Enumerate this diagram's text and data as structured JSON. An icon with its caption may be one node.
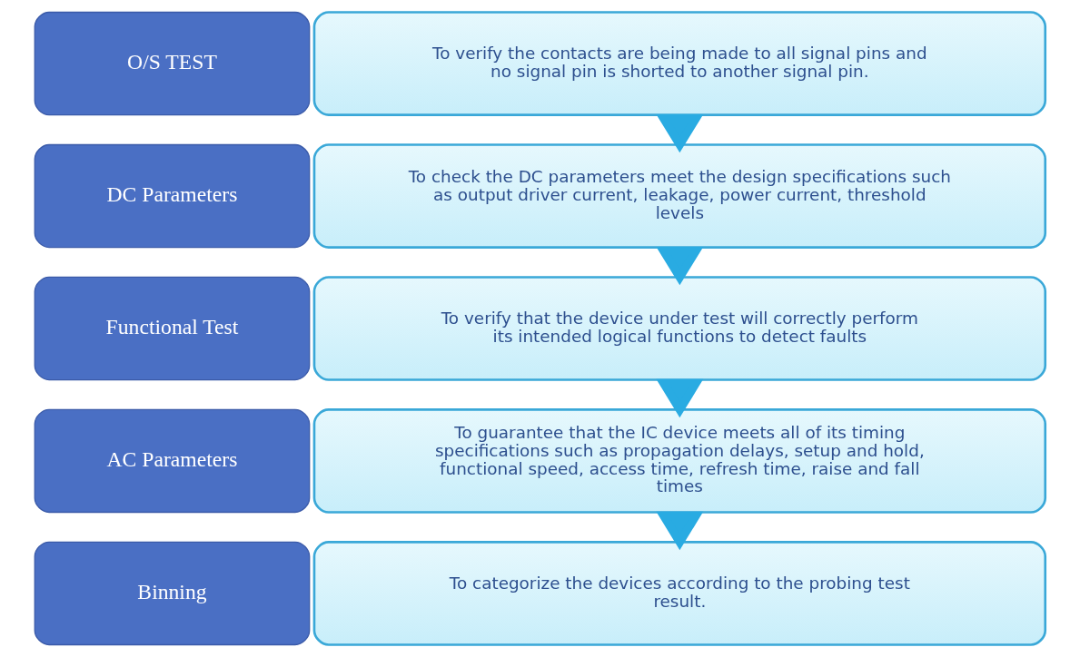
{
  "diagram": {
    "nodes": [
      {
        "text": [
          "O/S TEST"
        ]
      },
      {
        "text": [
          "To verify the contacts are being made to all signal pins and no signal pin is shorted to another signal pin."
        ]
      },
      {
        "text": [
          "DC Parameters"
        ]
      },
      {
        "text": [
          "To check the DC parameters meet the design specifications such as output driver current, leakage, power current, threshold levels"
        ]
      },
      {
        "text": [
          "Functional Test"
        ]
      },
      {
        "text": [
          "To verify that the device under test will correctly perform its intended logical functions to detect faults"
        ]
      },
      {
        "text": [
          "AC Parameters"
        ]
      },
      {
        "text": [
          "To guarantee that the IC device meets all of its timing specifications such as propagation delays, setup and hold, functional speed, access time, refresh time, raise and fall times"
        ]
      },
      {
        "text": [
          "Binning"
        ]
      },
      {
        "text": [
          "To categorize the devices according to the probing test result."
        ]
      }
    ],
    "edges": [
      {
        "from": 1,
        "to": 3,
        "arrow": "to"
      },
      {
        "from": 3,
        "to": 5,
        "arrow": "to"
      },
      {
        "from": 5,
        "to": 7,
        "arrow": "to"
      },
      {
        "from": 7,
        "to": 9,
        "arrow": "to"
      }
    ]
  }
}
